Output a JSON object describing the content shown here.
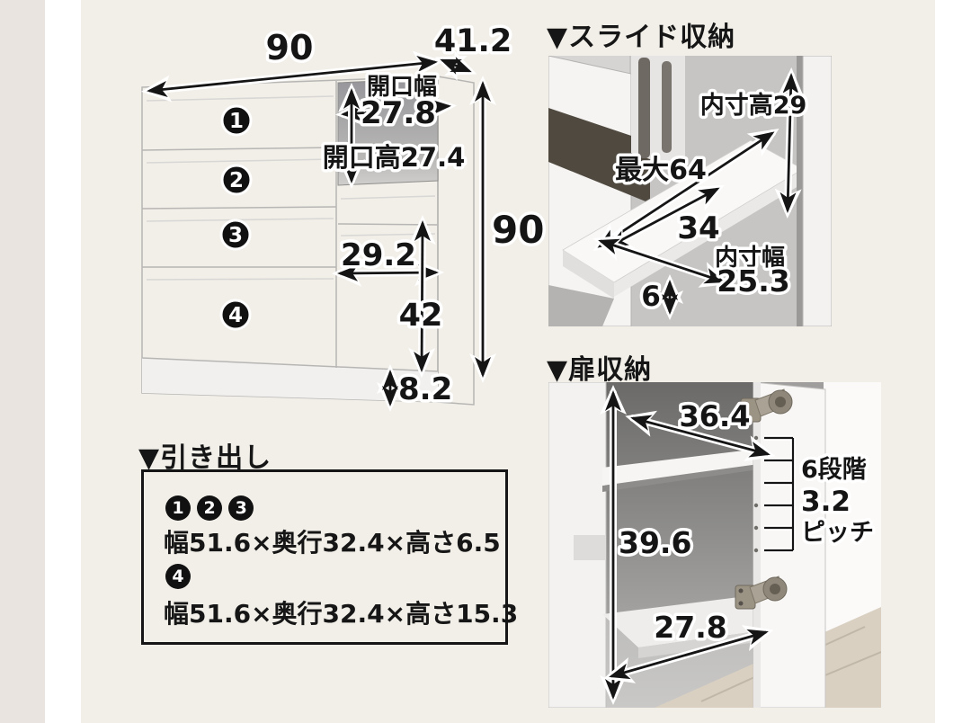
{
  "canvas": {
    "bg": "#f2efe8",
    "left_strip": "#e9e4e0"
  },
  "front_view": {
    "width": "90",
    "depth": "41.2",
    "height": "90",
    "opening_width_label": "開口幅",
    "opening_width_value": "27.8",
    "opening_height": "開口高27.4",
    "door_width": "29.2",
    "door_height": "42",
    "base_height": "8.2",
    "badges": [
      "1",
      "2",
      "3",
      "4"
    ]
  },
  "drawer_box": {
    "title": "▼引き出し",
    "row1_badges": [
      "1",
      "2",
      "3"
    ],
    "row1_dims": "幅51.6×奥行32.4×高さ6.5",
    "row2_badges": [
      "4"
    ],
    "row2_dims": "幅51.6×奥行32.4×高さ15.3"
  },
  "slide": {
    "title": "▼スライド収納",
    "inner_height": "内寸高29",
    "max_extension": "最大64",
    "board_depth": "34",
    "inner_width_label": "内寸幅",
    "inner_width_value": "25.3",
    "board_front_height": "6"
  },
  "door": {
    "title": "▼扉収納",
    "shelf_width": "36.4",
    "steps": "6段階",
    "pitch_value": "3.2",
    "pitch_label": "ピッチ",
    "inner_height": "39.6",
    "inner_width": "27.8"
  }
}
